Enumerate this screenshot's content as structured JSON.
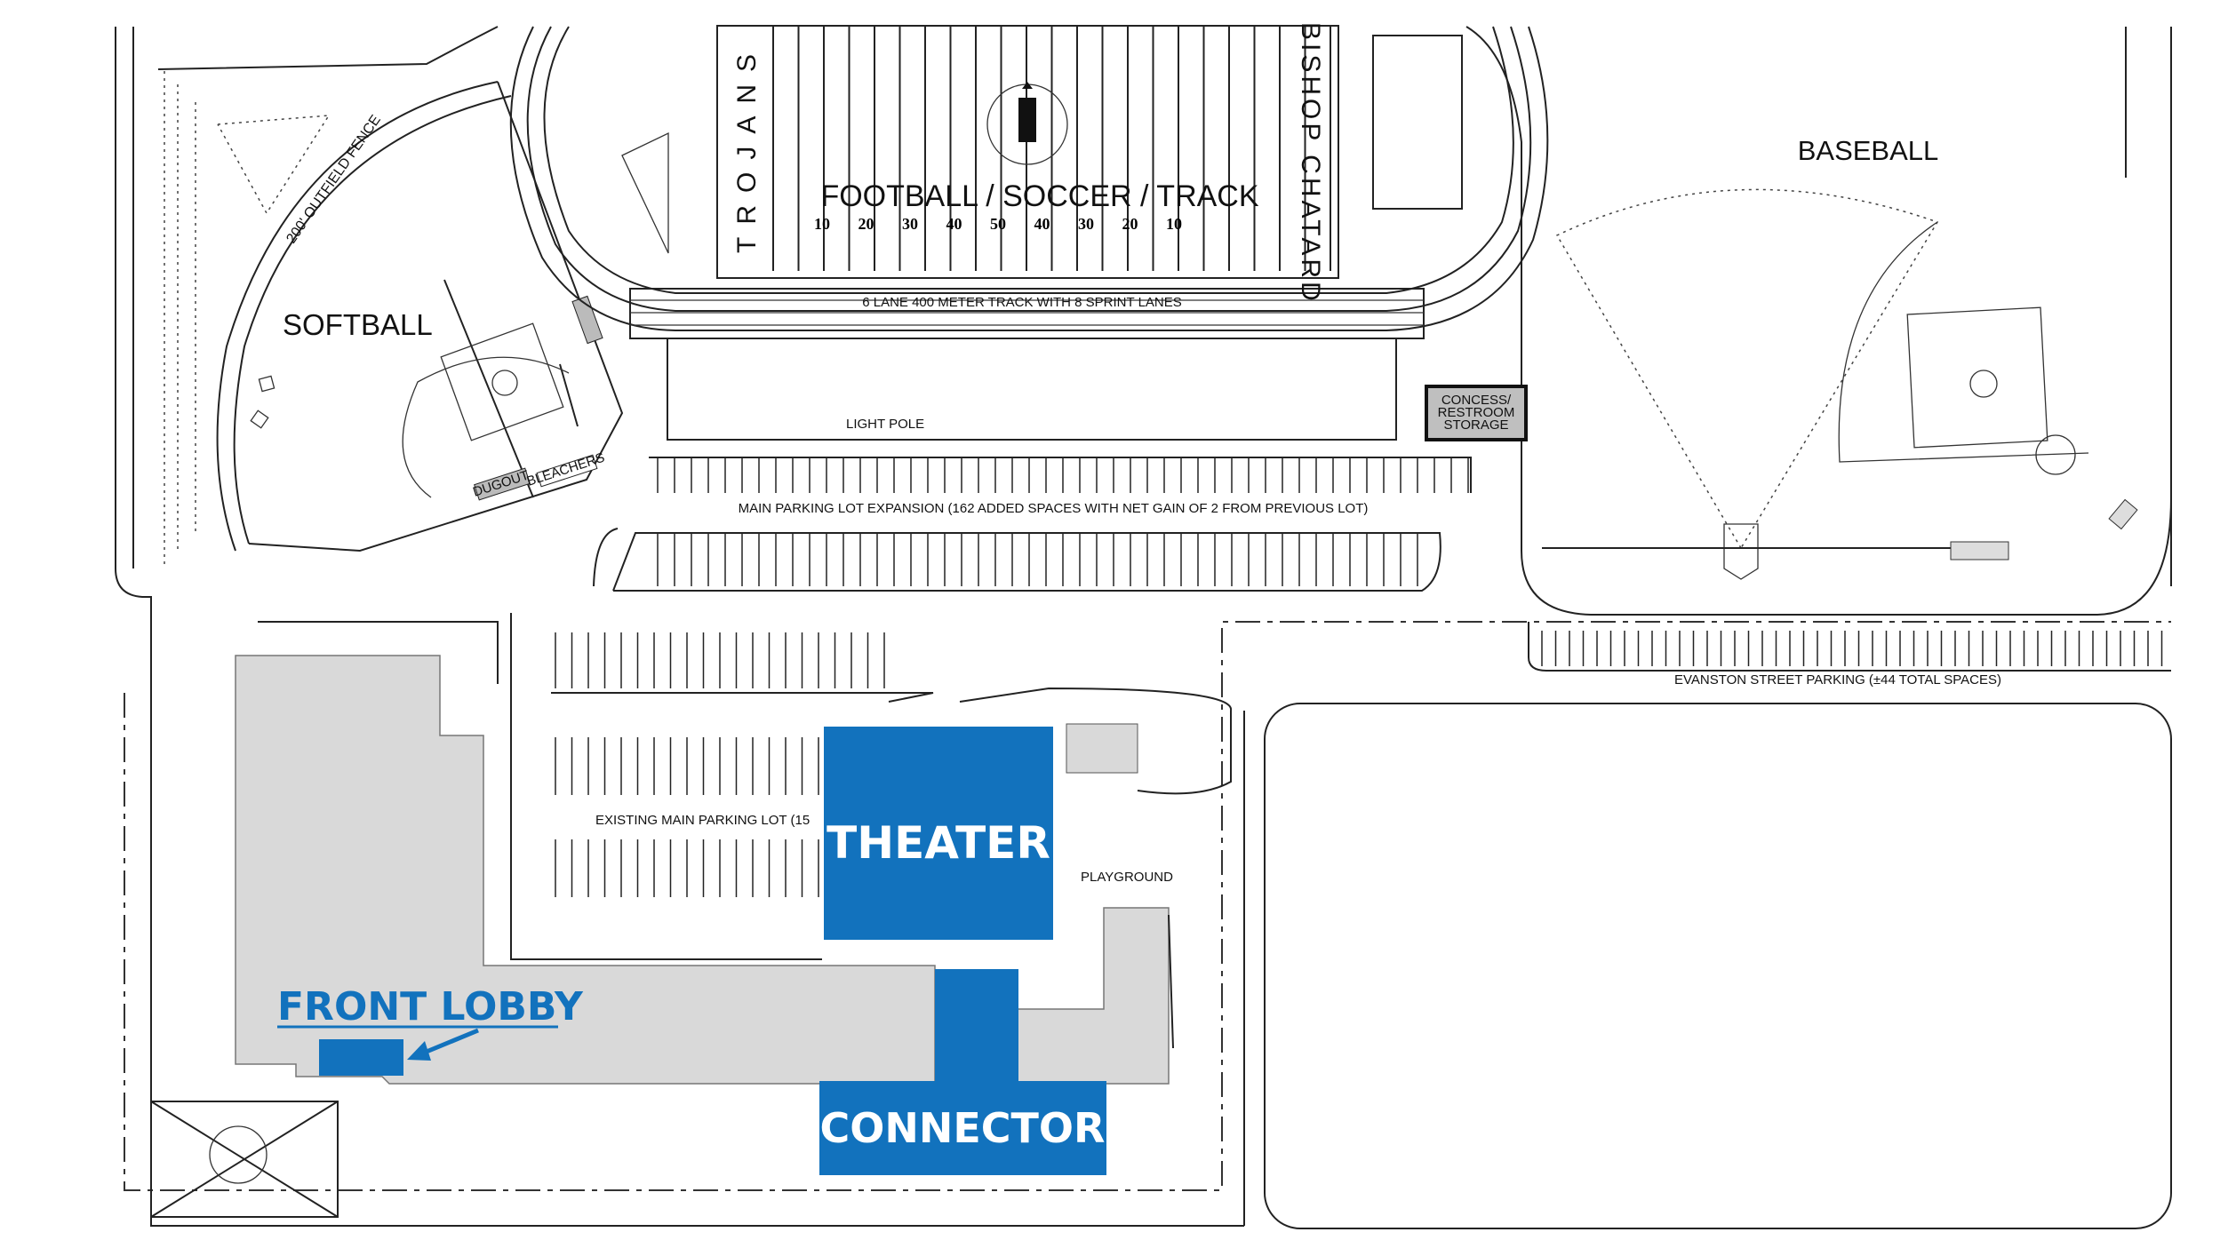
{
  "map": {
    "labels": {
      "softball": "SOFTBALL",
      "outfield_fence": "200' OUTFIELD FENCE",
      "field": "FOOTBALL / SOCCER / TRACK",
      "field_end_left": "TROJANS",
      "field_end_right": "BISHOP CHATARD",
      "track": "6 LANE 400 METER TRACK WITH 8 SPRINT LANES",
      "concession": [
        "CONCESS/",
        "RESTROOM",
        "STORAGE"
      ],
      "baseball": "BASEBALL",
      "parking_expansion": "MAIN PARKING LOT EXPANSION (162 ADDED SPACES WITH NET GAIN OF 2 FROM PREVIOUS LOT)",
      "evanston_parking": "EVANSTON STREET PARKING (±44 TOTAL SPACES)",
      "existing_lot": "EXISTING MAIN PARKING LOT (15",
      "playground": "PLAYGROUND",
      "light_pole": "LIGHT POLE",
      "dugout": "DUGOUT",
      "bleachers": "BLEACHERS"
    },
    "yard_markers": [
      "10",
      "20",
      "30",
      "40",
      "50",
      "40",
      "30",
      "20",
      "10"
    ],
    "highlights": {
      "theater": "THEATER",
      "connector": "CONNECTOR",
      "front_lobby": "FRONT LOBBY"
    },
    "colors": {
      "highlight_blue": "#1272bd",
      "building_gray": "#d9d9d9",
      "concession_gray": "#bfbfbf"
    }
  }
}
